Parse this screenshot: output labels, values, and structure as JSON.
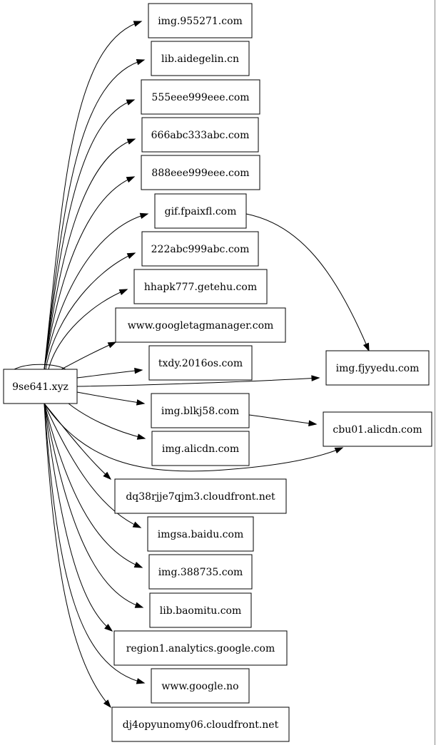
{
  "graph": {
    "source": "9se641.xyz",
    "nodes": [
      {
        "id": "src",
        "label": "9se641.xyz"
      },
      {
        "id": "n1",
        "label": "img.955271.com"
      },
      {
        "id": "n2",
        "label": "lib.aidegelin.cn"
      },
      {
        "id": "n3",
        "label": "555eee999eee.com"
      },
      {
        "id": "n4",
        "label": "666abc333abc.com"
      },
      {
        "id": "n5",
        "label": "888eee999eee.com"
      },
      {
        "id": "n6",
        "label": "gif.fpaixfl.com"
      },
      {
        "id": "n7",
        "label": "222abc999abc.com"
      },
      {
        "id": "n8",
        "label": "hhapk777.getehu.com"
      },
      {
        "id": "n9",
        "label": "www.googletagmanager.com"
      },
      {
        "id": "n10",
        "label": "txdy.2016os.com"
      },
      {
        "id": "n11",
        "label": "img.blkj58.com"
      },
      {
        "id": "n12",
        "label": "img.alicdn.com"
      },
      {
        "id": "n13",
        "label": "dq38rjje7qjm3.cloudfront.net"
      },
      {
        "id": "n14",
        "label": "imgsa.baidu.com"
      },
      {
        "id": "n15",
        "label": "img.388735.com"
      },
      {
        "id": "n16",
        "label": "lib.baomitu.com"
      },
      {
        "id": "n17",
        "label": "region1.analytics.google.com"
      },
      {
        "id": "n18",
        "label": "www.google.no"
      },
      {
        "id": "n19",
        "label": "dj4opyunomy06.cloudfront.net"
      },
      {
        "id": "r1",
        "label": "img.fjyyedu.com"
      },
      {
        "id": "r2",
        "label": "cbu01.alicdn.com"
      }
    ],
    "edges": [
      {
        "from": "src",
        "to": "src"
      },
      {
        "from": "src",
        "to": "n1"
      },
      {
        "from": "src",
        "to": "n2"
      },
      {
        "from": "src",
        "to": "n3"
      },
      {
        "from": "src",
        "to": "n4"
      },
      {
        "from": "src",
        "to": "n5"
      },
      {
        "from": "src",
        "to": "n6"
      },
      {
        "from": "src",
        "to": "n7"
      },
      {
        "from": "src",
        "to": "n8"
      },
      {
        "from": "src",
        "to": "n9"
      },
      {
        "from": "src",
        "to": "n10"
      },
      {
        "from": "src",
        "to": "r1"
      },
      {
        "from": "src",
        "to": "n11"
      },
      {
        "from": "src",
        "to": "n12"
      },
      {
        "from": "src",
        "to": "r2"
      },
      {
        "from": "src",
        "to": "n13"
      },
      {
        "from": "src",
        "to": "n14"
      },
      {
        "from": "src",
        "to": "n15"
      },
      {
        "from": "src",
        "to": "n16"
      },
      {
        "from": "src",
        "to": "n17"
      },
      {
        "from": "src",
        "to": "n18"
      },
      {
        "from": "src",
        "to": "n19"
      },
      {
        "from": "n6",
        "to": "r1"
      },
      {
        "from": "n11",
        "to": "r2"
      }
    ]
  }
}
